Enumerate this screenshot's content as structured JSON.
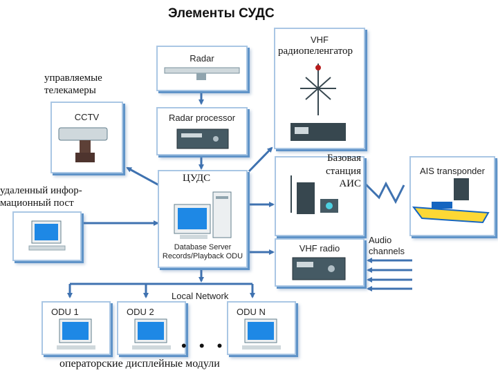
{
  "title": "Элементы СУДС",
  "nodes": {
    "radar": "Radar",
    "radar_processor": "Radar processor",
    "cctv": "CCTV",
    "vhf_df": "VHF",
    "center_line1": "Database Server",
    "center_line2": "Records/Playback ODU",
    "ais_transponder": "AIS transponder",
    "vhf_radio": "VHF radio",
    "audio_channels_1": "Audio",
    "audio_channels_2": "channels",
    "local_network": "Local Network",
    "odu1": "ODU 1",
    "odu2": "ODU 2",
    "odun": "ODU N",
    "ellipsis": "• • •"
  },
  "annotations": {
    "vhf_df": "радиопеленгатор",
    "cctv_1": "управляемые",
    "cctv_2": "телекамеры",
    "center": "ЦУДС",
    "remote_1": "удаленный инфор-",
    "remote_2": "мационный пост",
    "ais_1": "Базовая",
    "ais_2": "станция",
    "ais_3": "АИС",
    "bottom": "операторские дисплейные модули"
  },
  "colors": {
    "box_border": "#a9c6e4",
    "box_shadow": "#5f93c8",
    "arrow": "#3f72b0",
    "screen": "#1e88e5"
  }
}
